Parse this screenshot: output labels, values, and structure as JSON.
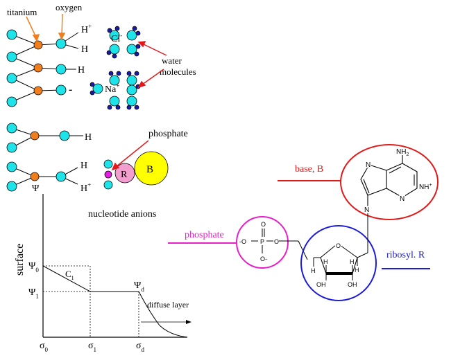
{
  "labels": {
    "titanium": "titanium",
    "oxygen": "oxygen",
    "h": "H",
    "plus": "+",
    "cl": "Cl",
    "minus": "-",
    "na": "Na",
    "water_1": "water",
    "water_2": "molecules",
    "dash": "-",
    "phosphate": "phosphate",
    "r": "R",
    "b": "B",
    "nucleotide_anions": "nucleotide anions",
    "psi": "Ψ",
    "surface": "surface",
    "sub_0": "0",
    "sub_1": "1",
    "sub_d": "d",
    "c": "C",
    "diffuse_layer": "diffuse layer",
    "sigma": "σ",
    "base_b": "base, B",
    "phosphate_right": "phosphate",
    "ribosyl_r": "ribosyl. R",
    "nh": "NH",
    "two": "2",
    "nhplus": "N",
    "n": "N",
    "ho": "O",
    "o_minus_left": "-O",
    "p": "P",
    "o_top": "O",
    "o_right": "O",
    "o_bottom": "O-",
    "oh": "OH",
    "h_small": "H",
    "o_ring": "O"
  },
  "colors": {
    "titanium": "#f07e1c",
    "oxygen": "#1ee3e8",
    "water_h": "#1a1aa8",
    "ribose": "#f29fd0",
    "base": "#ffff00",
    "magenta": "#e31ee3",
    "red": "#e01a1a",
    "blue": "#1a1ad8",
    "pink": "#e81ec8",
    "arrow_orange": "#f07e1c",
    "arrow_red": "#e01a1a"
  }
}
